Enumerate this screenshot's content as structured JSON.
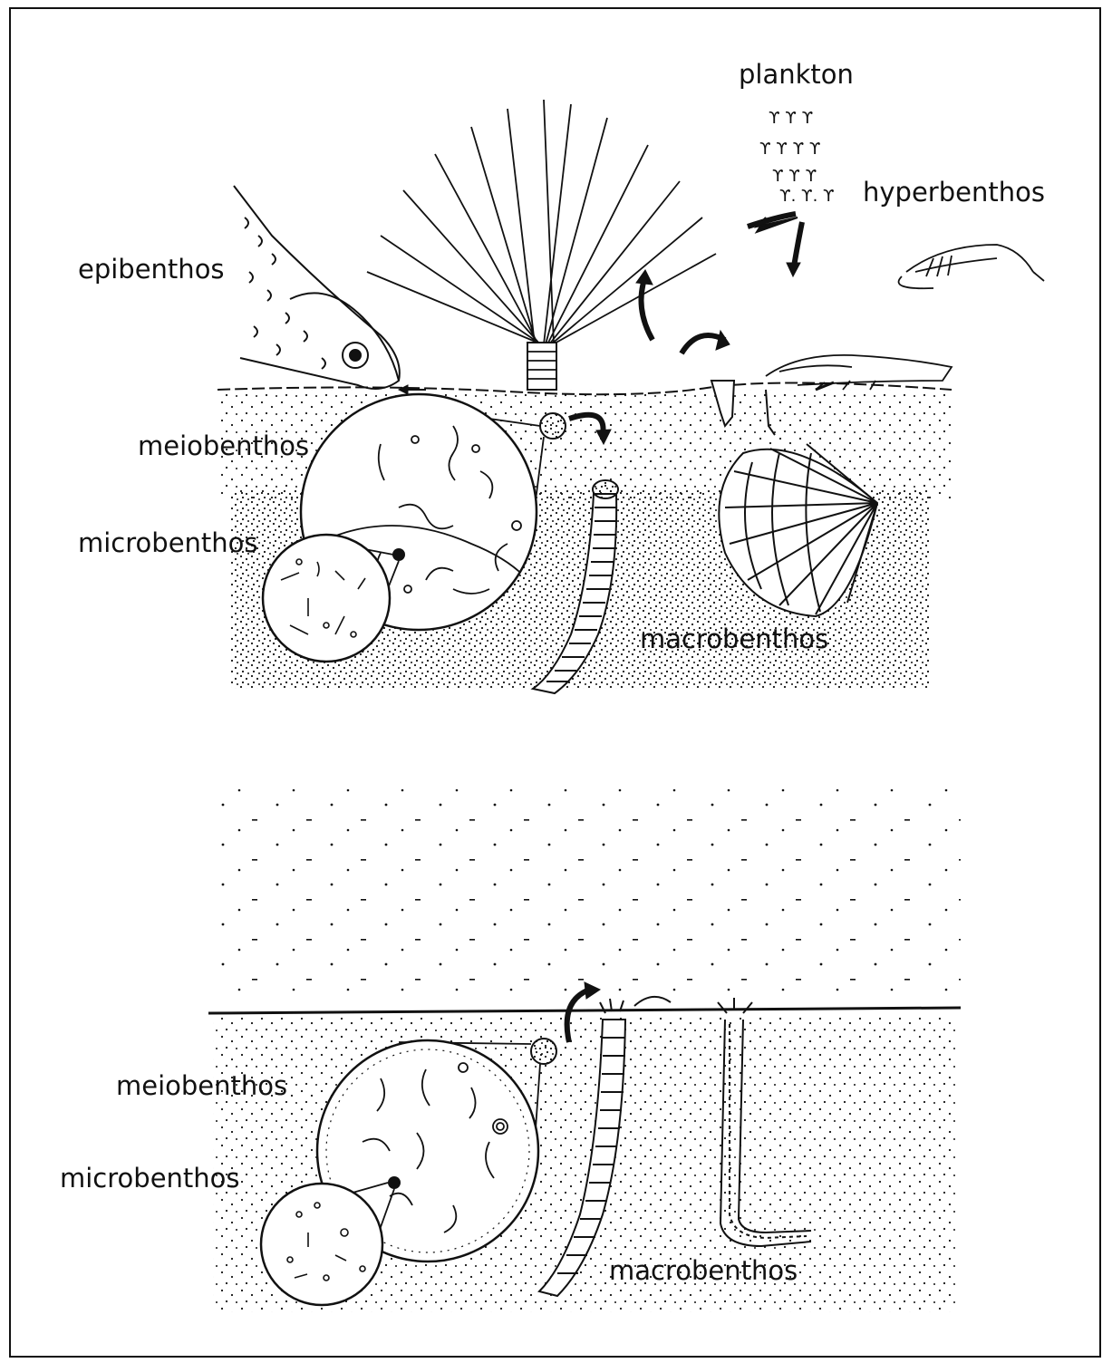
{
  "colors": {
    "ink": "#111111",
    "paper": "#ffffff"
  },
  "panel_top": {
    "labels": {
      "plankton": "plankton",
      "hyperbenthos": "hyperbenthos",
      "epibenthos": "epibenthos",
      "meiobenthos": "meiobenthos",
      "microbenthos": "microbenthos",
      "macrobenthos": "macrobenthos"
    }
  },
  "panel_bottom": {
    "labels": {
      "meiobenthos": "meiobenthos",
      "microbenthos": "microbenthos",
      "macrobenthos": "macrobenthos"
    }
  },
  "icons": [
    "fish-icon",
    "fan-worm-icon",
    "shrimp-icon",
    "crab-icon",
    "bivalve-icon",
    "burrowing-worm-icon",
    "plankton-icon",
    "tube-worm-icon"
  ]
}
